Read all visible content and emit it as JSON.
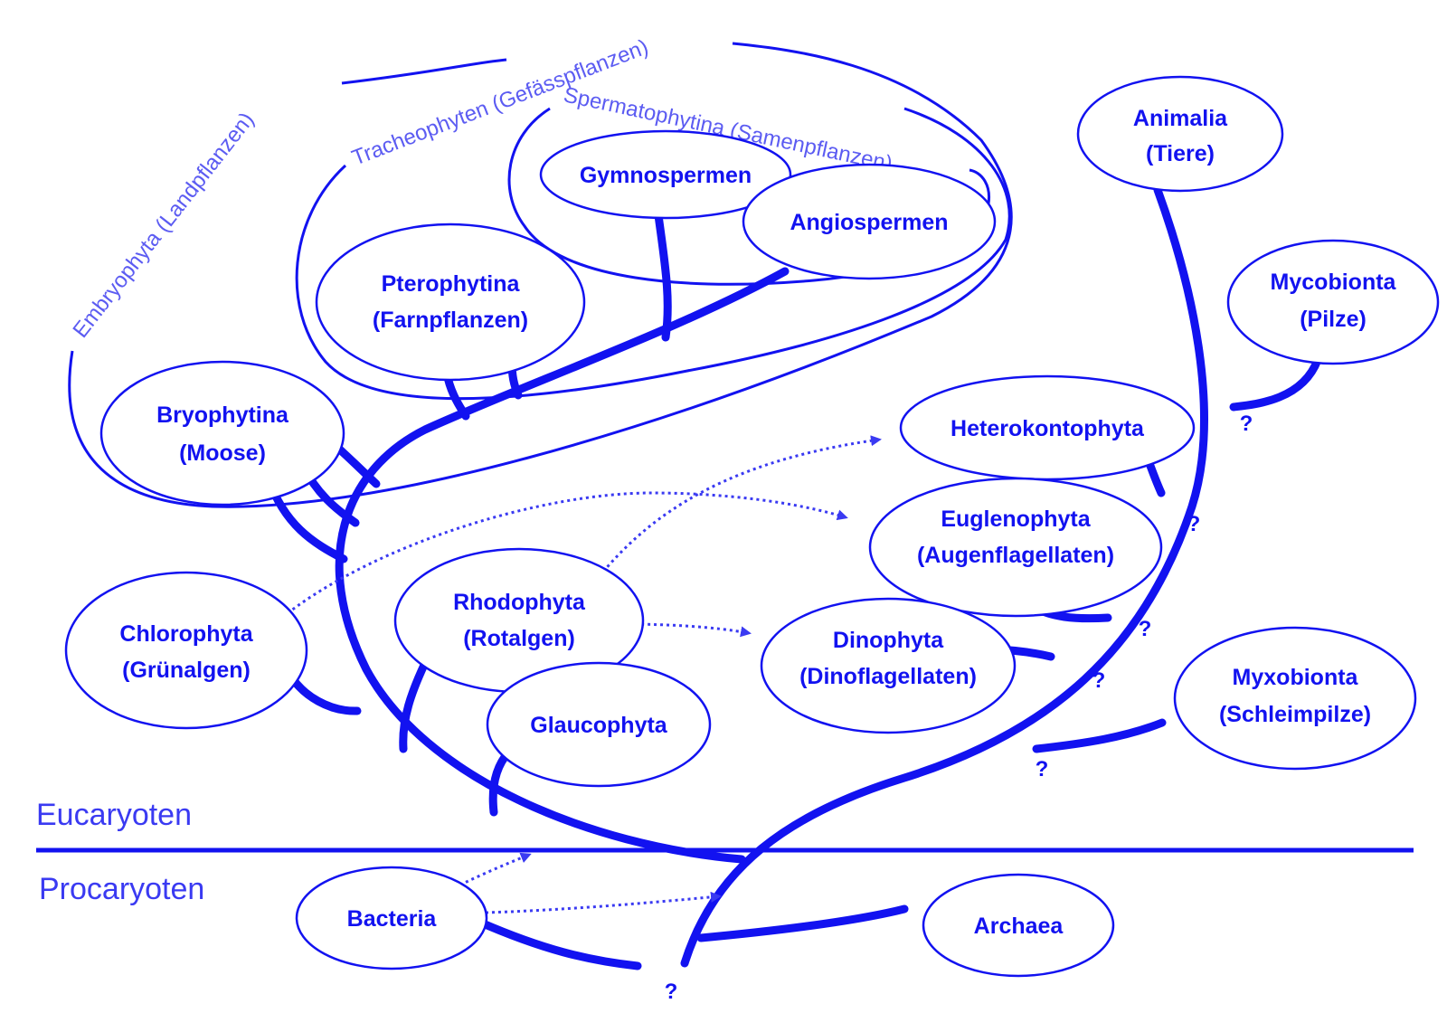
{
  "colors": {
    "primary": "#1212f0",
    "label": "#5c5cf2",
    "arrow": "#3a3af2",
    "background": "#ffffff"
  },
  "domains": {
    "upper": "Eucaryoten",
    "lower": "Procaryoten"
  },
  "groups": {
    "embryophyta": "Embryophyta (Landpflanzen)",
    "tracheophyten": "Tracheophyten (Gefässpflanzen)",
    "spermatophytina": "Spermatophytina (Samenpflanzen)"
  },
  "nodes": {
    "gymnospermen": {
      "line1": "Gymnospermen"
    },
    "angiospermen": {
      "line1": "Angiospermen"
    },
    "pterophytina": {
      "line1": "Pterophytina",
      "line2": "(Farnpflanzen)"
    },
    "bryophytina": {
      "line1": "Bryophytina",
      "line2": "(Moose)"
    },
    "chlorophyta": {
      "line1": "Chlorophyta",
      "line2": "(Grünalgen)"
    },
    "rhodophyta": {
      "line1": "Rhodophyta",
      "line2": "(Rotalgen)"
    },
    "glaucophyta": {
      "line1": "Glaucophyta"
    },
    "heterokontophyta": {
      "line1": "Heterokontophyta"
    },
    "euglenophyta": {
      "line1": "Euglenophyta",
      "line2": "(Augenflagellaten)"
    },
    "dinophyta": {
      "line1": "Dinophyta",
      "line2": "(Dinoflagellaten)"
    },
    "animalia": {
      "line1": "Animalia",
      "line2": "(Tiere)"
    },
    "mycobionta": {
      "line1": "Mycobionta",
      "line2": "(Pilze)"
    },
    "myxobionta": {
      "line1": "Myxobionta",
      "line2": "(Schleimpilze)"
    },
    "bacteria": {
      "line1": "Bacteria"
    },
    "archaea": {
      "line1": "Archaea"
    }
  },
  "uncertain_mark": "?"
}
